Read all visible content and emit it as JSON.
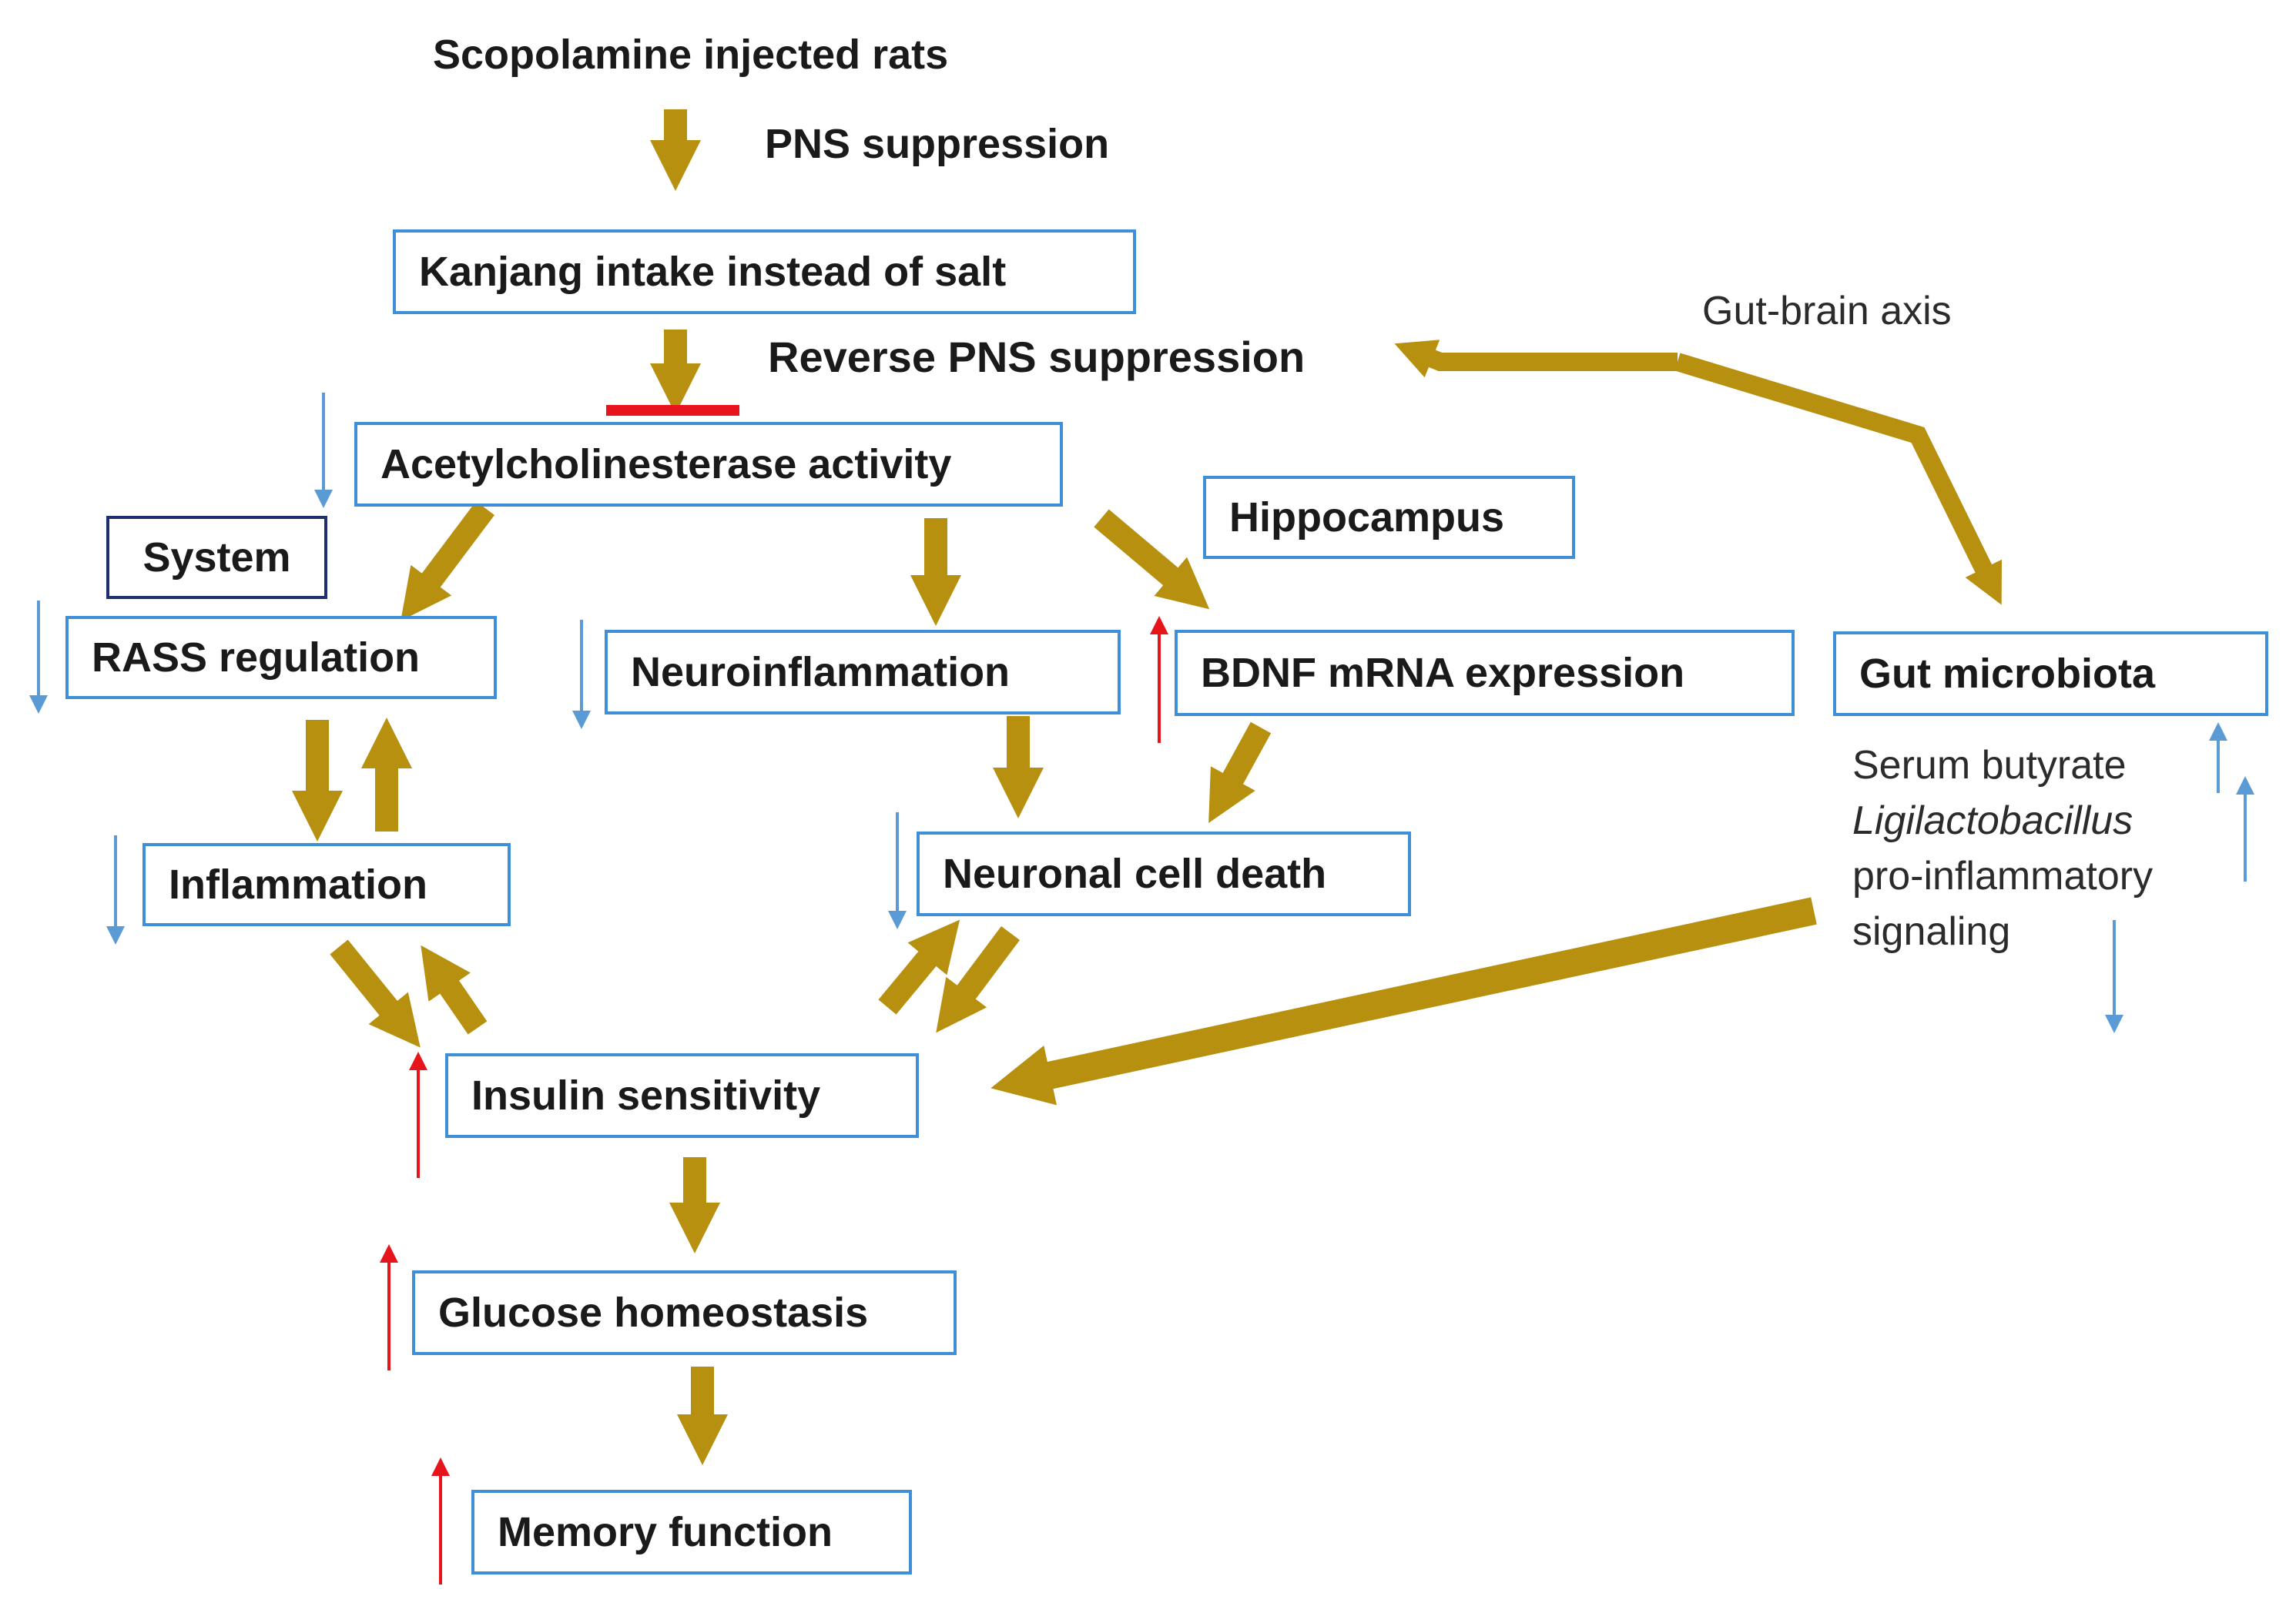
{
  "top": {
    "model": "Scopolamine injected rats",
    "pns_suppression": "PNS suppression",
    "reverse_pns": "Reverse PNS suppression",
    "gut_brain_axis": "Gut-brain axis"
  },
  "boxes": {
    "kanjang": "Kanjang intake instead of salt",
    "ache": "Acetylcholinesterase activity",
    "hippocampus": "Hippocampus",
    "system": "System",
    "rass": "RASS regulation",
    "neuroinflammation": "Neuroinflammation",
    "bdnf": "BDNF mRNA expression",
    "gut": "Gut microbiota",
    "inflammation": "Inflammation",
    "neuronal_death": "Neuronal cell death",
    "insulin": "Insulin sensitivity",
    "glucose": "Glucose homeostasis",
    "memory": "Memory function"
  },
  "gut_effects": {
    "serum_butyrate": "Serum butyrate",
    "ligilactobacillus": "Ligilactobacillus",
    "pro_inflammatory": "pro-inflammatory",
    "signaling": "signaling"
  },
  "colors": {
    "flow_arrow": "#b8900f",
    "box_border": "#3e8ed8",
    "system_border": "#1f2f6e",
    "decrease_arrow": "#5b9bd5",
    "increase_arrow": "#e8141b",
    "inhibition_bar": "#e8141b"
  }
}
